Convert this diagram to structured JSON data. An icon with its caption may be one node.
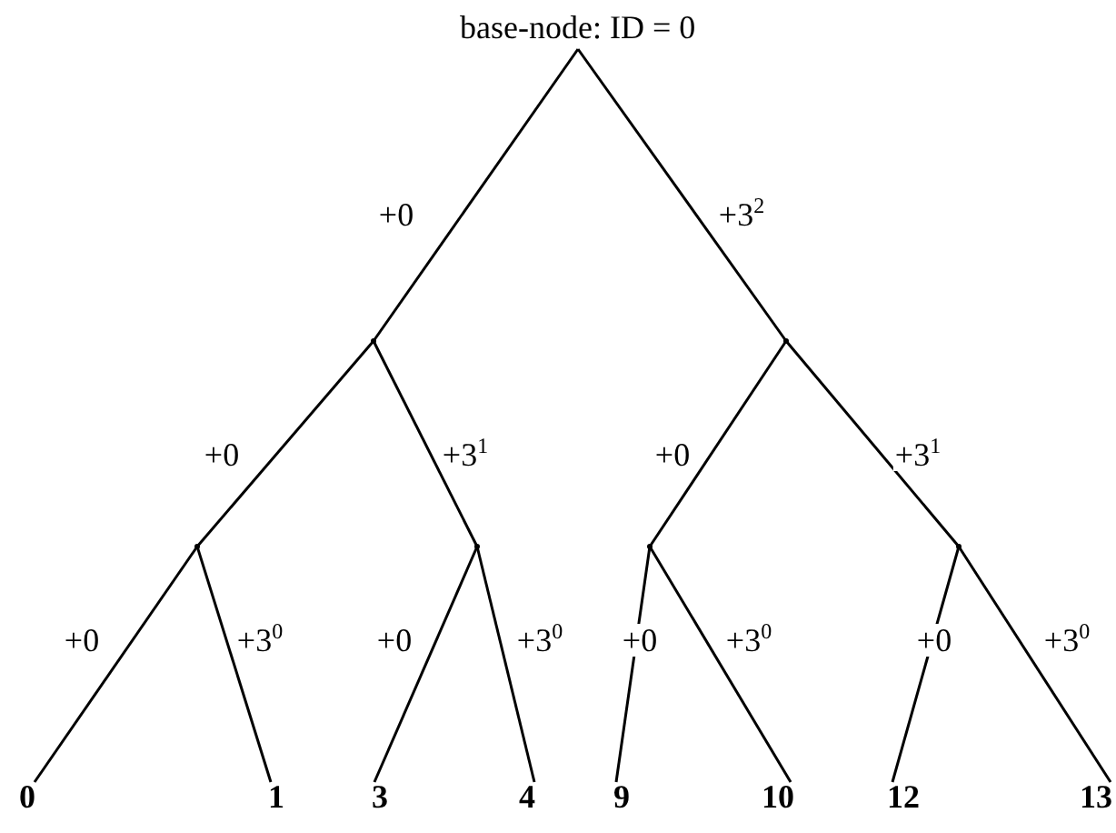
{
  "diagram": {
    "nodes": [
      {
        "text": [
          "base-node: ID = 0"
        ]
      },
      {
        "text": [],
        "shape": "point"
      },
      {
        "text": [],
        "shape": "point"
      },
      {
        "text": [],
        "shape": "point"
      },
      {
        "text": [],
        "shape": "point"
      },
      {
        "text": [],
        "shape": "point"
      },
      {
        "text": [],
        "shape": "point"
      },
      {
        "text": [
          "0"
        ]
      },
      {
        "text": [
          "1"
        ]
      },
      {
        "text": [
          "3"
        ]
      },
      {
        "text": [
          "4"
        ]
      },
      {
        "text": [
          "9"
        ]
      },
      {
        "text": [
          "10"
        ]
      },
      {
        "text": [
          "12"
        ]
      },
      {
        "text": [
          "13"
        ]
      }
    ],
    "edges": [
      {
        "from": 0,
        "to": 1,
        "arrow": "none",
        "label": "+0"
      },
      {
        "from": 0,
        "to": 2,
        "arrow": "none",
        "label": "+3$^{2}$"
      },
      {
        "from": 1,
        "to": 3,
        "arrow": "none",
        "label": "+0"
      },
      {
        "from": 1,
        "to": 4,
        "arrow": "none",
        "label": "+3$^{1}$"
      },
      {
        "from": 2,
        "to": 5,
        "arrow": "none",
        "label": "+0"
      },
      {
        "from": 2,
        "to": 6,
        "arrow": "none",
        "label": "+3$^{1}$"
      },
      {
        "from": 3,
        "to": 7,
        "arrow": "none",
        "label": "+0"
      },
      {
        "from": 3,
        "to": 8,
        "arrow": "none",
        "label": "+3$^{0}$"
      },
      {
        "from": 4,
        "to": 9,
        "arrow": "none",
        "label": "+0"
      },
      {
        "from": 4,
        "to": 10,
        "arrow": "none",
        "label": "+3$^{0}$"
      },
      {
        "from": 5,
        "to": 11,
        "arrow": "none",
        "label": "+0"
      },
      {
        "from": 5,
        "to": 12,
        "arrow": "none",
        "label": "+3$^{0}$"
      },
      {
        "from": 6,
        "to": 13,
        "arrow": "none",
        "label": "+0"
      },
      {
        "from": 6,
        "to": 14,
        "arrow": "none",
        "label": "+3$^{0}$"
      }
    ]
  }
}
